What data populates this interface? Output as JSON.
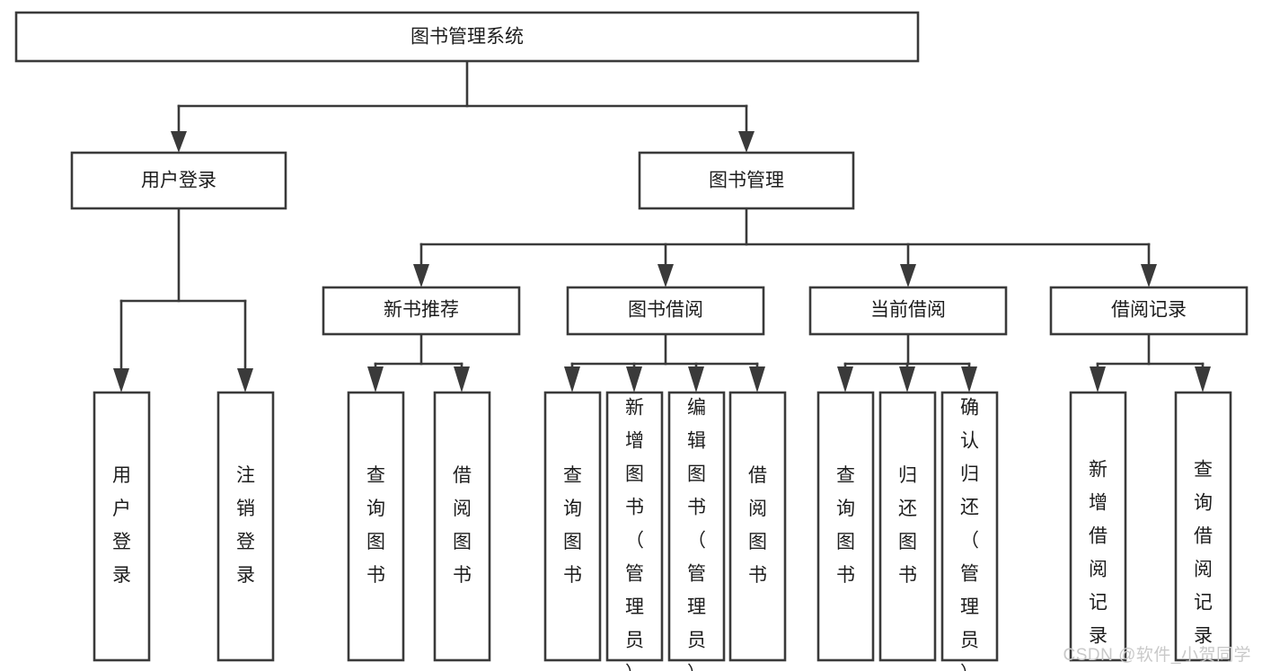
{
  "diagram": {
    "title": "图书管理系统",
    "watermark": "CSDN @软件_小贺同学",
    "colors": {
      "stroke": "#3a3a3a",
      "fill": "#ffffff",
      "text": "#1d1d1d",
      "watermark": "#c9c9c9"
    },
    "root": {
      "label": "图书管理系统"
    },
    "level2": [
      {
        "label": "用户登录"
      },
      {
        "label": "图书管理"
      }
    ],
    "level3": [
      {
        "label": "新书推荐"
      },
      {
        "label": "图书借阅"
      },
      {
        "label": "当前借阅"
      },
      {
        "label": "借阅记录"
      }
    ],
    "leaves": {
      "user_login": [
        {
          "label": "用户登录"
        },
        {
          "label": "注销登录"
        }
      ],
      "new_book_recommend": [
        {
          "label": "查询图书"
        },
        {
          "label": "借阅图书"
        }
      ],
      "book_borrow": [
        {
          "label": "查询图书"
        },
        {
          "label": "新增图书（管理员）"
        },
        {
          "label": "编辑图书（管理员）"
        },
        {
          "label": "借阅图书"
        }
      ],
      "current_borrow": [
        {
          "label": "查询图书"
        },
        {
          "label": "归还图书"
        },
        {
          "label": "确认归还（管理员）"
        }
      ],
      "borrow_record": [
        {
          "label": "新增借阅记录"
        },
        {
          "label": "查询借阅记录"
        }
      ]
    }
  }
}
